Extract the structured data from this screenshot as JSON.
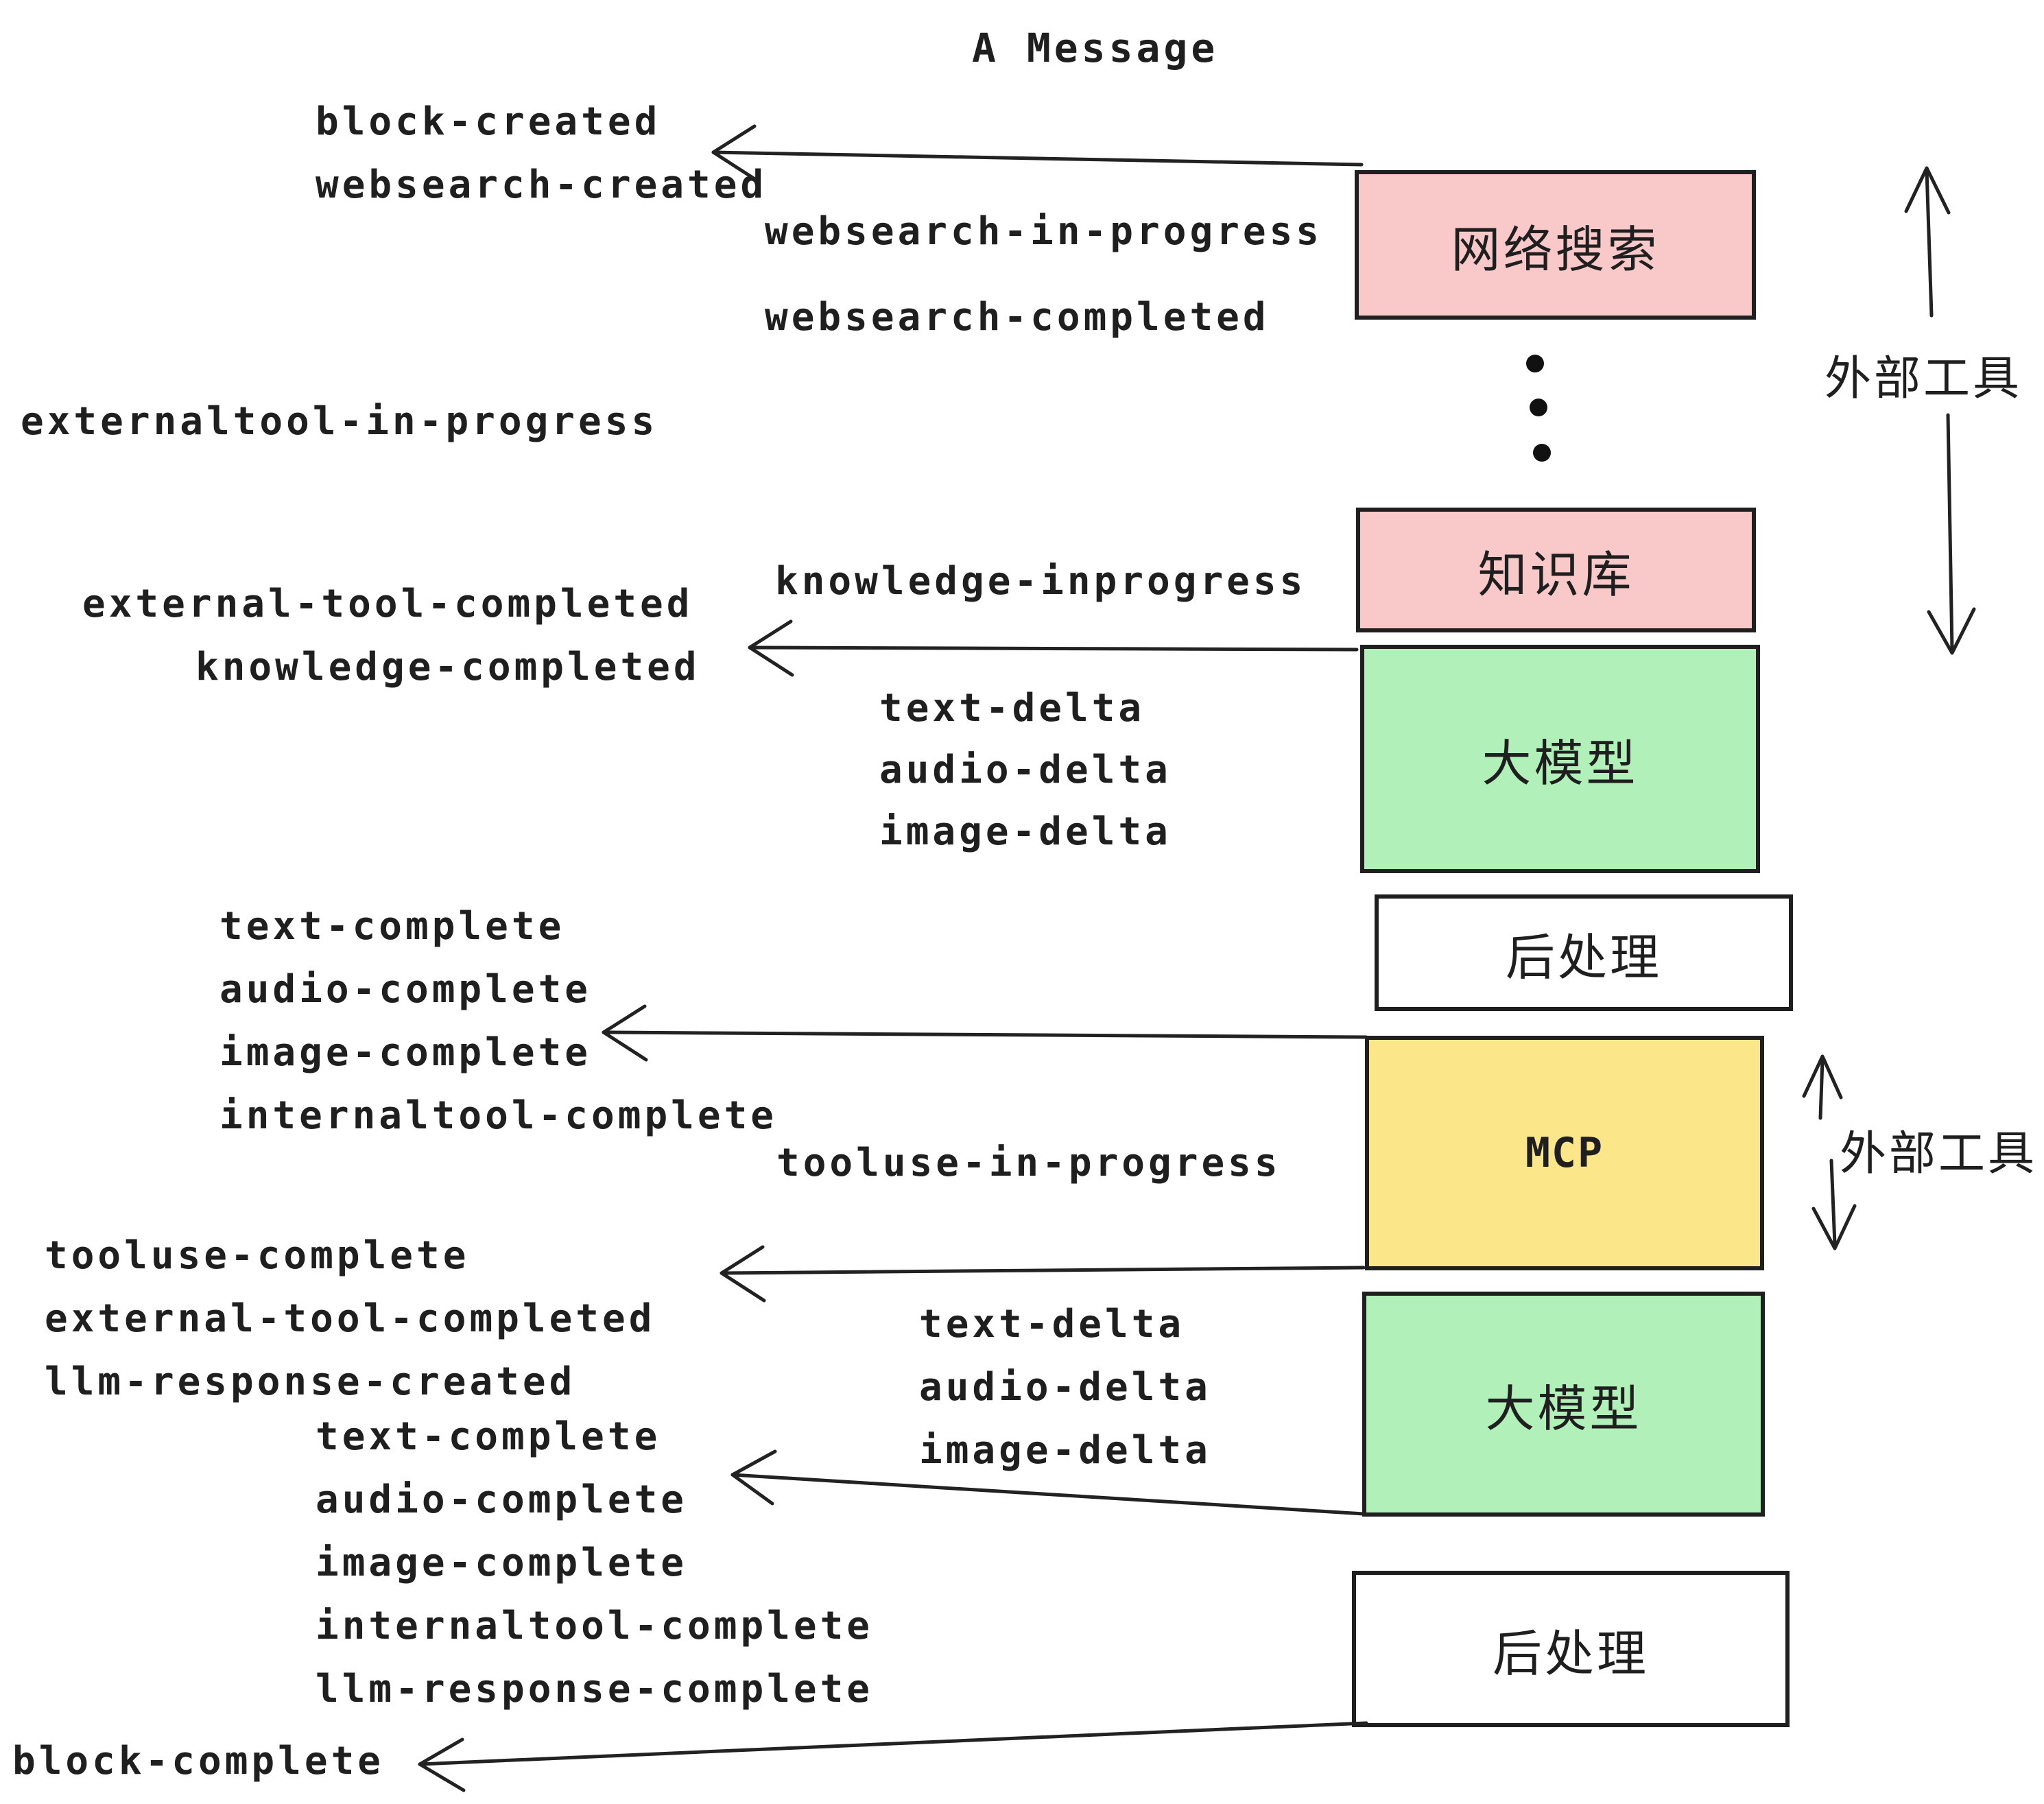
{
  "title": "A Message",
  "colors": {
    "box_pink": "#f9c9c9",
    "box_green": "#b2f0b9",
    "box_yellow": "#fbe68a",
    "box_white": "#ffffff",
    "ink": "#1f1f1f"
  },
  "boxes": {
    "websearch": {
      "label": "网络搜索"
    },
    "knowledge": {
      "label": "知识库"
    },
    "llm_first": {
      "label": "大模型"
    },
    "postprocess_first": {
      "label": "后处理"
    },
    "mcp": {
      "label": "MCP"
    },
    "llm_second": {
      "label": "大模型"
    },
    "postprocess_second": {
      "label": "后处理"
    }
  },
  "side_labels": {
    "external_tools_top": "外部工具",
    "external_tools_bottom": "外部工具"
  },
  "events": {
    "block_created": "block-created",
    "websearch_created": "websearch-created",
    "websearch_in_progress": "websearch-in-progress",
    "websearch_completed": "websearch-completed",
    "externaltool_in_progress": "externaltool-in-progress",
    "external_tool_completed_1": "external-tool-completed",
    "knowledge_completed": "knowledge-completed",
    "knowledge_inprogress": "knowledge-inprogress",
    "text_delta_1": "text-delta",
    "audio_delta_1": "audio-delta",
    "image_delta_1": "image-delta",
    "text_complete_1": "text-complete",
    "audio_complete_1": "audio-complete",
    "image_complete_1": "image-complete",
    "internaltool_complete_1": "internaltool-complete",
    "tooluse_in_progress": "tooluse-in-progress",
    "tooluse_complete": "tooluse-complete",
    "external_tool_completed_2": "external-tool-completed",
    "llm_response_created": "llm-response-created",
    "text_delta_2": "text-delta",
    "audio_delta_2": "audio-delta",
    "image_delta_2": "image-delta",
    "text_complete_2": "text-complete",
    "audio_complete_2": "audio-complete",
    "image_complete_2": "image-complete",
    "internaltool_complete_2": "internaltool-complete",
    "llm_response_complete": "llm-response-complete",
    "block_complete": "block-complete"
  },
  "icons": {
    "ellipsis_dots": "vertical-ellipsis",
    "arrow_left": "left-arrow",
    "arrow_up": "up-arrow",
    "arrow_down": "down-arrow"
  }
}
